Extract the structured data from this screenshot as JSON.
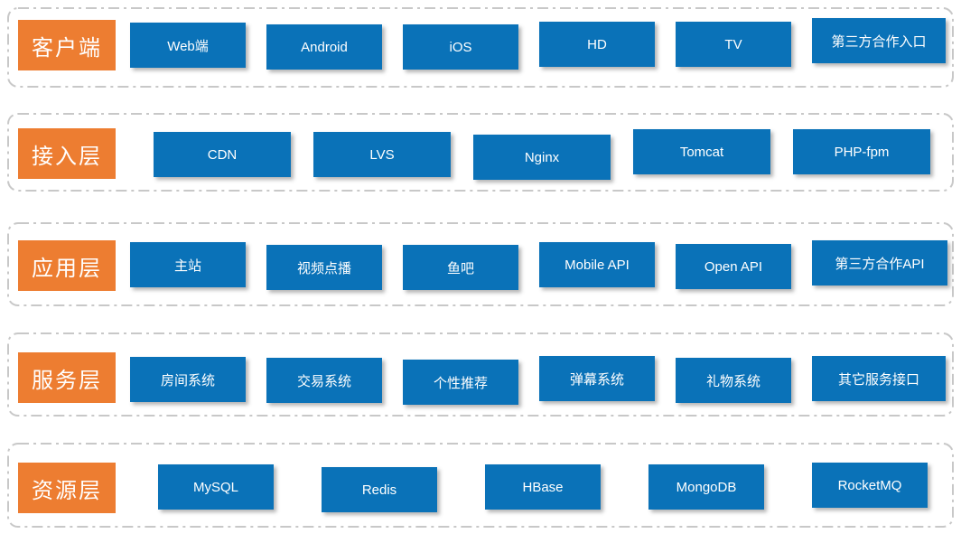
{
  "diagram": {
    "layers": [
      {
        "label": "客户端",
        "nodes": [
          "Web端",
          "Android",
          "iOS",
          "HD",
          "TV",
          "第三方合作入口"
        ]
      },
      {
        "label": "接入层",
        "nodes": [
          "CDN",
          "LVS",
          "Nginx",
          "Tomcat",
          "PHP-fpm"
        ]
      },
      {
        "label": "应用层",
        "nodes": [
          "主站",
          "视频点播",
          "鱼吧",
          "Mobile API",
          "Open API",
          "第三方合作API"
        ]
      },
      {
        "label": "服务层",
        "nodes": [
          "房间系统",
          "交易系统",
          "个性推荐",
          "弹幕系统",
          "礼物系统",
          "其它服务接口"
        ]
      },
      {
        "label": "资源层",
        "nodes": [
          "MySQL",
          "Redis",
          "HBase",
          "MongoDB",
          "RocketMQ"
        ]
      }
    ],
    "colors": {
      "layer_label_bg": "#ED7D31",
      "node_bg": "#0A72B8",
      "node_text": "#FFFFFF",
      "container_border": "#C8C8C8"
    }
  }
}
